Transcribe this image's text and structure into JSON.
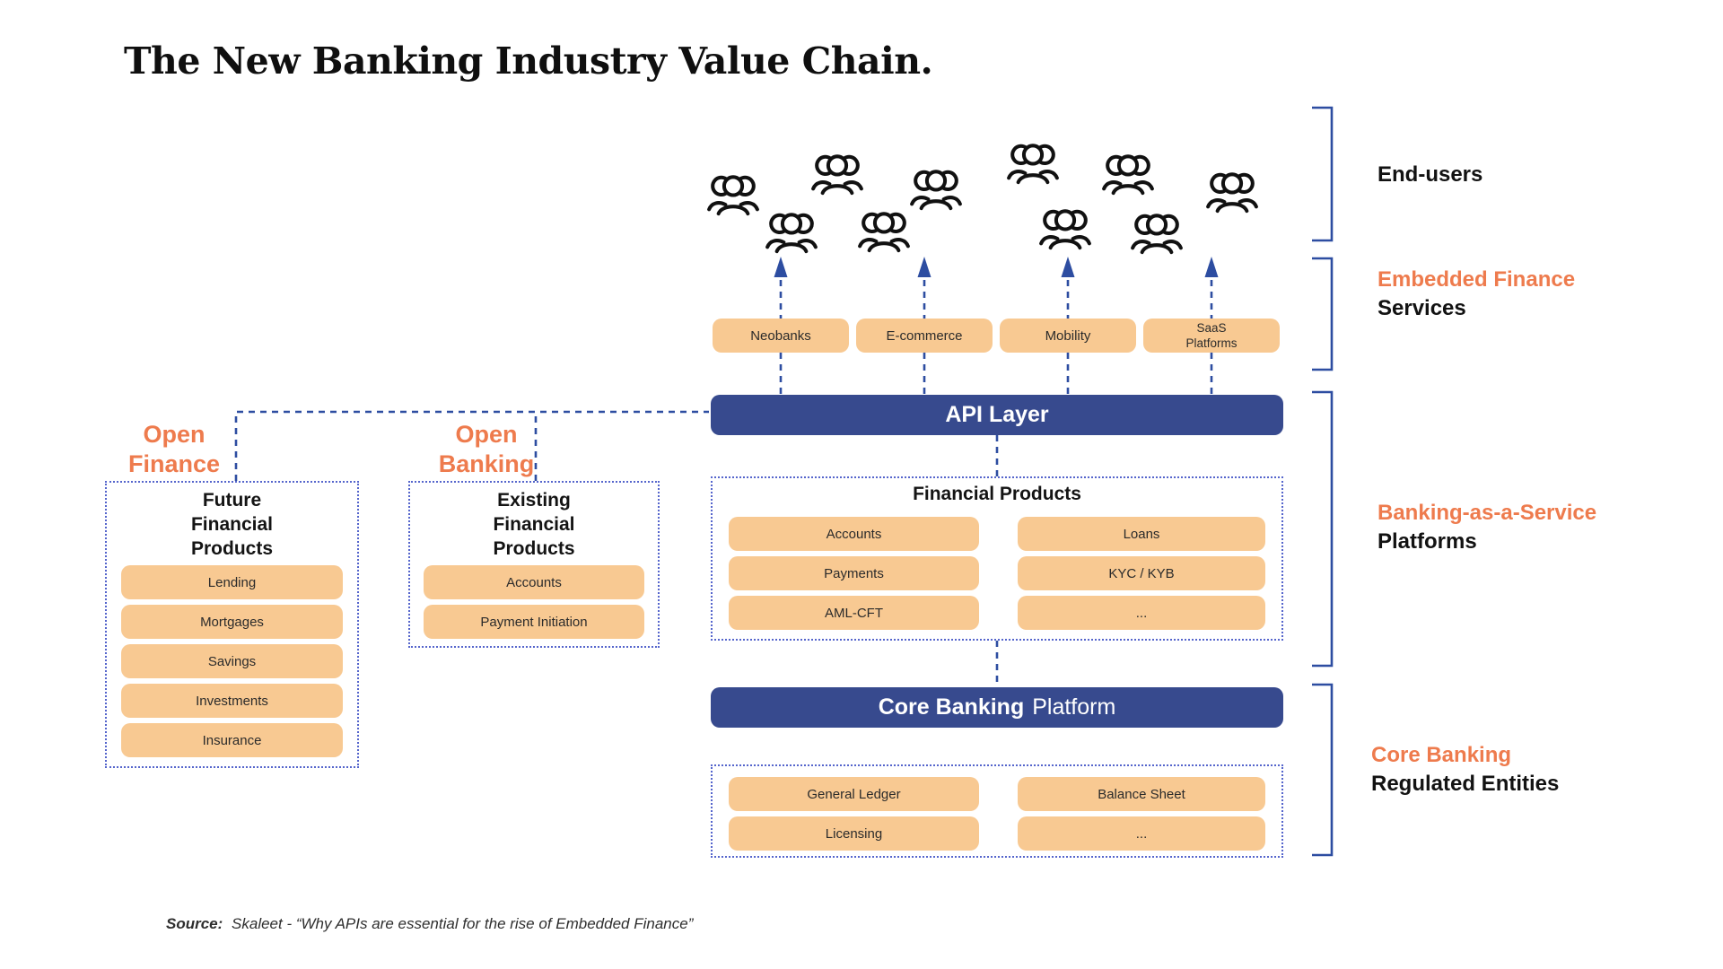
{
  "title": "The New Banking Industry Value Chain.",
  "end_users_label": "End-users",
  "right_labels": {
    "embedded_finance": {
      "accent": "Embedded Finance",
      "rest": "Services"
    },
    "baas": {
      "accent": "Banking-as-a-Service",
      "rest": "Platforms"
    },
    "core_banking": {
      "accent": "Core Banking",
      "rest": "Regulated Entities"
    }
  },
  "embedded_services": {
    "items": [
      "Neobanks",
      "E-commerce",
      "Mobility",
      "SaaS\nPlatforms"
    ]
  },
  "api_layer": {
    "label": "API Layer"
  },
  "financial_products": {
    "title": "Financial Products",
    "left": [
      "Accounts",
      "Payments",
      "AML-CFT"
    ],
    "right": [
      "Loans",
      "KYC / KYB",
      "..."
    ]
  },
  "core_banking_platform": {
    "bold": "Core Banking",
    "regular": "Platform"
  },
  "core_banking_items": {
    "left": [
      "General Ledger",
      "Licensing"
    ],
    "right": [
      "Balance Sheet",
      "..."
    ]
  },
  "open_finance": {
    "label": "Open\nFinance",
    "box_title": "Future\nFinancial\nProducts",
    "items": [
      "Lending",
      "Mortgages",
      "Savings",
      "Investments",
      "Insurance"
    ]
  },
  "open_banking": {
    "label": "Open\nBanking",
    "box_title": "Existing\nFinancial\nProducts",
    "items": [
      "Accounts",
      "Payment Initiation"
    ]
  },
  "source": {
    "prefix": "Source:",
    "text": "Skaleet - “Why APIs are essential for the rise of Embedded Finance”"
  },
  "icons": {
    "end_users": "people-group-icon"
  },
  "colors": {
    "accent_orange": "#EE7B4D",
    "pill_orange": "#F8C992",
    "bar_navy": "#374A8E",
    "line_blue": "#2D4DA1",
    "dot_border": "#5565CC"
  }
}
